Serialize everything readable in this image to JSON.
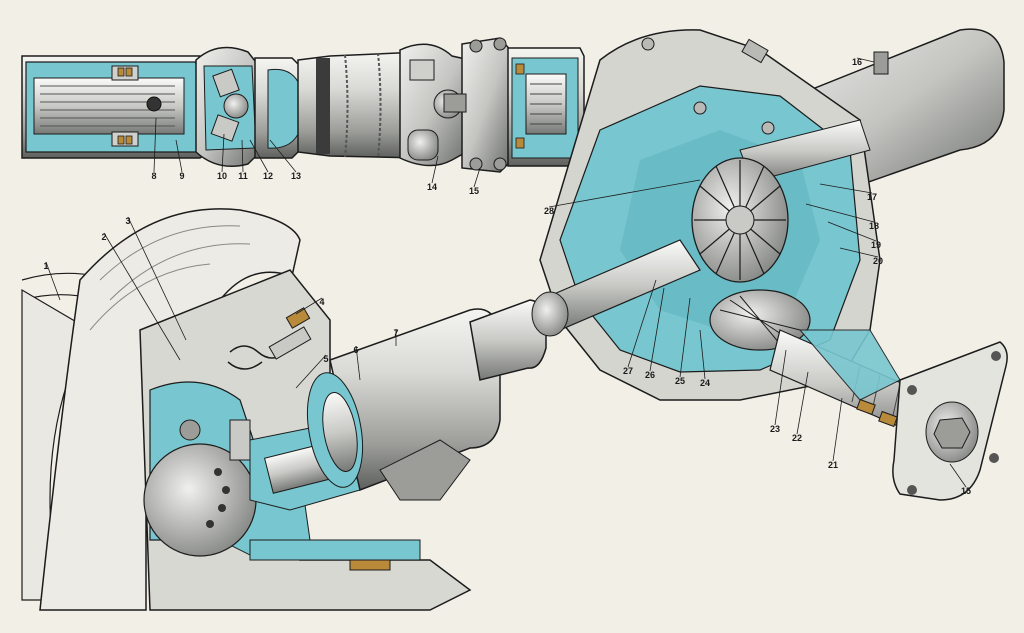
{
  "palette": {
    "paper": "#f2efe6",
    "metal_light": "#e2e2de",
    "metal_mid": "#b9bab6",
    "metal_dark": "#6d6f6c",
    "section_cyan": "#78c6cf",
    "section_cyan_dark": "#4ea7b2",
    "outline": "#1c1c1c",
    "bronze": "#b88a3a"
  },
  "callouts": [
    {
      "id": "1",
      "text": "1"
    },
    {
      "id": "2",
      "text": "2"
    },
    {
      "id": "3",
      "text": "3"
    },
    {
      "id": "4",
      "text": "4"
    },
    {
      "id": "5",
      "text": "5"
    },
    {
      "id": "6",
      "text": "6"
    },
    {
      "id": "7",
      "text": "7"
    },
    {
      "id": "8",
      "text": "8"
    },
    {
      "id": "9",
      "text": "9"
    },
    {
      "id": "10",
      "text": "10"
    },
    {
      "id": "11",
      "text": "11"
    },
    {
      "id": "12",
      "text": "12"
    },
    {
      "id": "13",
      "text": "13"
    },
    {
      "id": "14",
      "text": "14"
    },
    {
      "id": "15a",
      "text": "15"
    },
    {
      "id": "16",
      "text": "16"
    },
    {
      "id": "17",
      "text": "17"
    },
    {
      "id": "18",
      "text": "18"
    },
    {
      "id": "19",
      "text": "19"
    },
    {
      "id": "20",
      "text": "20"
    },
    {
      "id": "21",
      "text": "21"
    },
    {
      "id": "22",
      "text": "22"
    },
    {
      "id": "23",
      "text": "23"
    },
    {
      "id": "24",
      "text": "24"
    },
    {
      "id": "25",
      "text": "25"
    },
    {
      "id": "26",
      "text": "26"
    },
    {
      "id": "27",
      "text": "27"
    },
    {
      "id": "28",
      "text": "28"
    },
    {
      "id": "15b",
      "text": "15"
    }
  ]
}
